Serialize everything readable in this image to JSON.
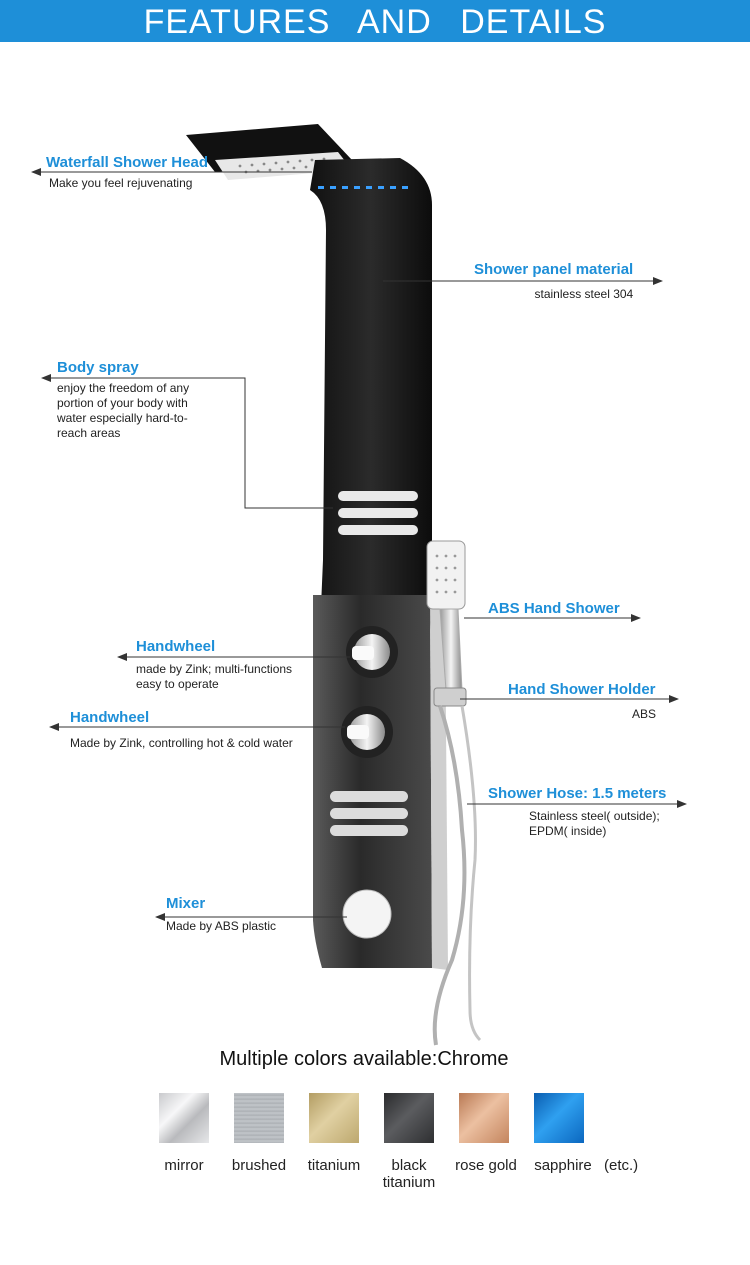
{
  "header": {
    "title": "FEATURES AND DETAILS"
  },
  "features": [
    {
      "title": "Waterfall Shower Head",
      "desc": [
        "Make you feel rejuvenating"
      ]
    },
    {
      "title": "Shower panel material",
      "desc": [
        "stainless steel 304"
      ]
    },
    {
      "title": "Body spray",
      "desc": [
        "enjoy the freedom of any",
        "portion of your body with",
        "water especially hard-to-",
        "reach areas"
      ]
    },
    {
      "title": "ABS Hand Shower",
      "desc": []
    },
    {
      "title": "Handwheel",
      "desc": [
        "made by Zink;  multi-functions",
        "easy to operate"
      ]
    },
    {
      "title": "Hand Shower Holder",
      "desc": [
        "ABS"
      ]
    },
    {
      "title": "Handwheel",
      "desc": [
        "Made by Zink, controlling hot & cold water"
      ]
    },
    {
      "title": "Shower Hose: 1.5 meters",
      "desc": [
        "Stainless steel( outside);",
        "EPDM( inside)"
      ]
    },
    {
      "title": "Mixer",
      "desc": [
        "Made by ABS plastic"
      ]
    }
  ],
  "colors": {
    "title": "Multiple colors available:Chrome",
    "options": [
      {
        "name": "mirror",
        "color": "#d9dadd",
        "icon": "mirror-swatch"
      },
      {
        "name": "brushed",
        "color": "#b4b8bd",
        "icon": "brushed-swatch"
      },
      {
        "name": "titanium",
        "color": "#c9b57f",
        "icon": "titanium-swatch"
      },
      {
        "name": "black\ntitanium",
        "color": "#3d3e40",
        "icon": "black-titanium-swatch"
      },
      {
        "name": "rose gold",
        "color": "#d09a76",
        "icon": "rose-gold-swatch"
      },
      {
        "name": "sapphire",
        "color": "#1a78c8",
        "icon": "sapphire-swatch"
      }
    ],
    "suffix": "(etc.)"
  },
  "accent_color": "#1e8fd8"
}
